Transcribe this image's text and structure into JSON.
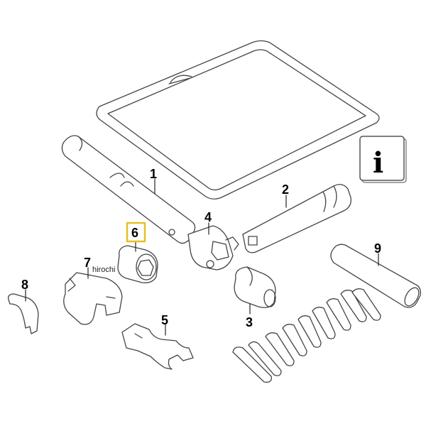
{
  "callouts": [
    {
      "id": "1",
      "label": "1"
    },
    {
      "id": "2",
      "label": "2"
    },
    {
      "id": "3",
      "label": "3"
    },
    {
      "id": "4",
      "label": "4"
    },
    {
      "id": "5",
      "label": "5"
    },
    {
      "id": "6",
      "label": "6",
      "highlight": true,
      "highlight_color": "#e8c020"
    },
    {
      "id": "7",
      "label": "7"
    },
    {
      "id": "8",
      "label": "8"
    },
    {
      "id": "9",
      "label": "9"
    }
  ],
  "info_symbol": "i",
  "watermark": "hirochi"
}
